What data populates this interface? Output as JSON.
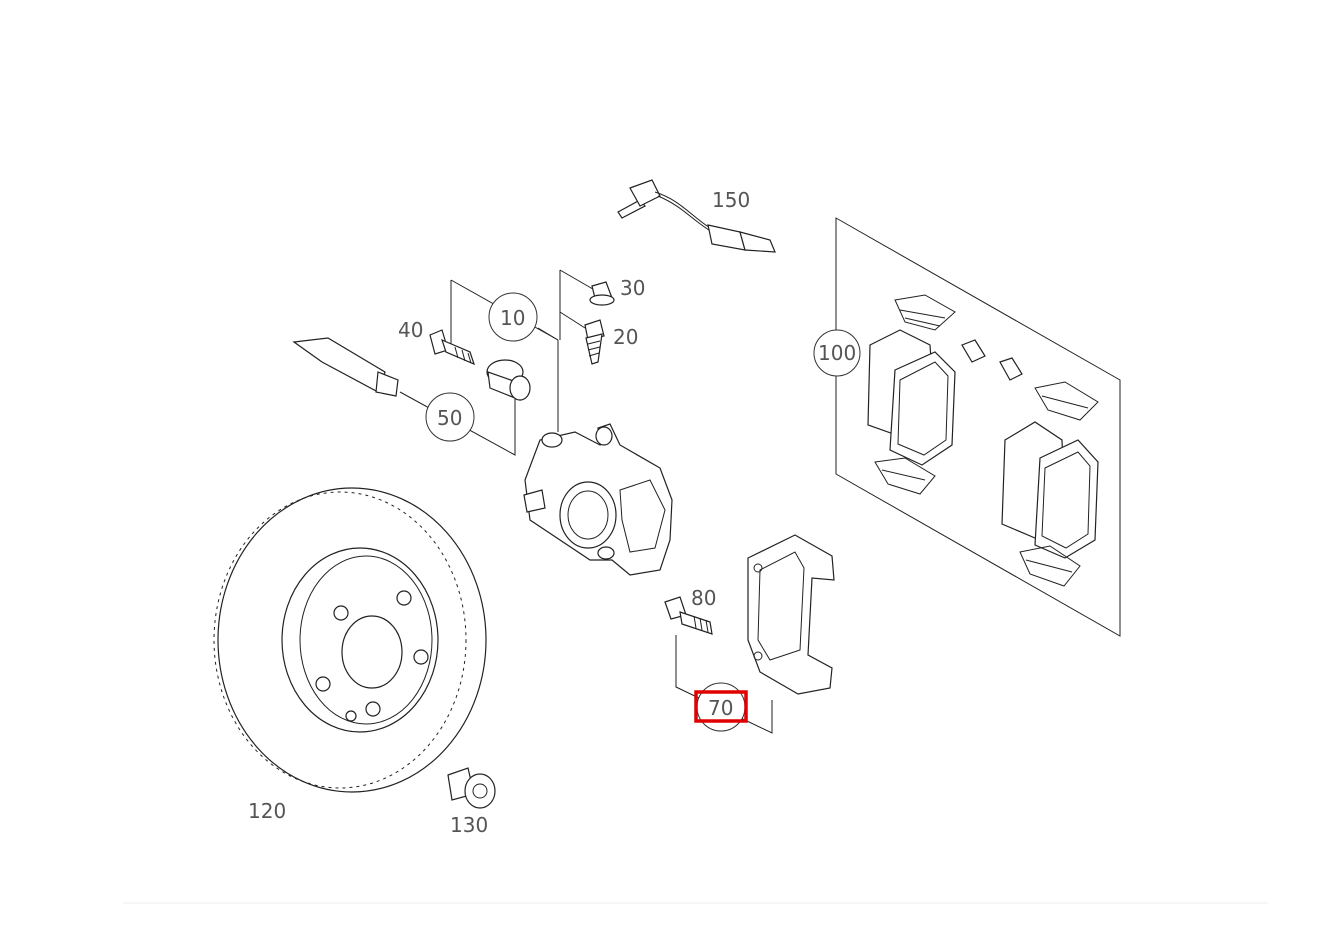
{
  "labels": {
    "p10": "10",
    "p20": "20",
    "p30": "30",
    "p40": "40",
    "p50": "50",
    "p70": "70",
    "p80": "80",
    "p100": "100",
    "p120": "120",
    "p130": "130",
    "p150": "150"
  },
  "highlight": {
    "part": "70",
    "color": "#e00000"
  }
}
